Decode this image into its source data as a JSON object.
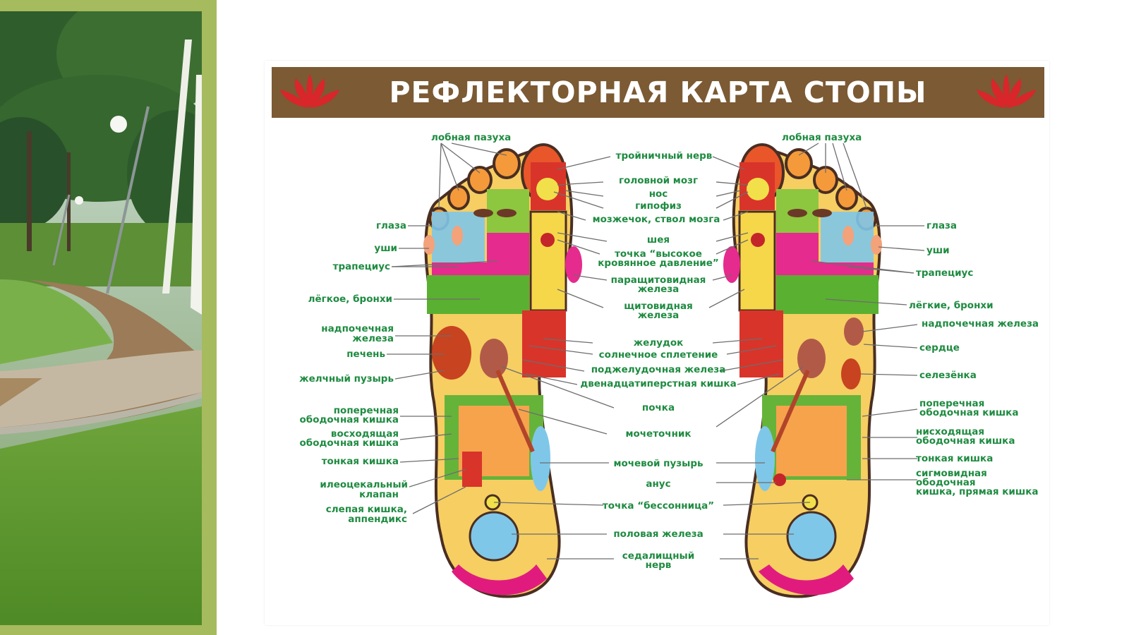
{
  "banner": {
    "title": "РЕФЛЕКТОРНАЯ КАРТА СТОПЫ",
    "ornament_left": "lotus-ornament",
    "ornament_right": "lotus-ornament"
  },
  "colors": {
    "accent_frame": "#a6bb5d",
    "banner_bg": "#7b5a34",
    "label_text": "#1e8b40"
  },
  "labels": {
    "left": {
      "frontal_sinus": "лобная пазуха",
      "eyes": "глаза",
      "ears": "уши",
      "trapezius": "трапециус",
      "lung": "лёгкое, бронхи",
      "adrenal_1": "надпочечная",
      "adrenal_2": "железа",
      "liver": "печень",
      "gallbladder": "желчный пузырь",
      "transverse_1": "поперечная",
      "transverse_2": "ободочная кишка",
      "ascending_1": "восходящая",
      "ascending_2": "ободочная кишка",
      "small_intestine": "тонкая кишка",
      "ileocecal_1": "илеоцекальный",
      "ileocecal_2": "клапан",
      "cecum_1": "слепая кишка,",
      "cecum_2": "аппендикс"
    },
    "center": {
      "trigeminal": "тройничный нерв",
      "brain": "головной мозг",
      "nose": "нос",
      "pituitary": "гипофиз",
      "cerebellum": "мозжечок, ствол мозга",
      "neck": "шея",
      "pressure_1": "точка “высокое",
      "pressure_2": "кровянное давление”",
      "parathyroid_1": "паращитовидная",
      "parathyroid_2": "железа",
      "thyroid_1": "щитовидная",
      "thyroid_2": "железа",
      "stomach": "желудок",
      "solar_plexus": "солнечное сплетение",
      "pancreas": "поджелудочная железа",
      "duodenum": "двенадцатиперстная кишка",
      "kidney": "почка",
      "ureter": "мочеточник",
      "bladder": "мочевой пузырь",
      "anus": "анус",
      "insomnia": "точка “бессонница”",
      "sex_gland": "половая железа",
      "sciatic_1": "седалищный",
      "sciatic_2": "нерв"
    },
    "right": {
      "frontal_sinus": "лобная пазуха",
      "eyes": "глаза",
      "ears": "уши",
      "trapezius": "трапециус",
      "lungs": "лёгкие, бронхи",
      "adrenal": "надпочечная железа",
      "heart": "сердце",
      "spleen": "селезёнка",
      "transverse_1": "поперечная",
      "transverse_2": "ободочная кишка",
      "descending_1": "нисходящая",
      "descending_2": "ободочная кишка",
      "small_intestine": "тонкая кишка",
      "sigmoid_1": "сигмовидная",
      "sigmoid_2": "ободочная",
      "sigmoid_3": "кишка, прямая кишка"
    }
  }
}
